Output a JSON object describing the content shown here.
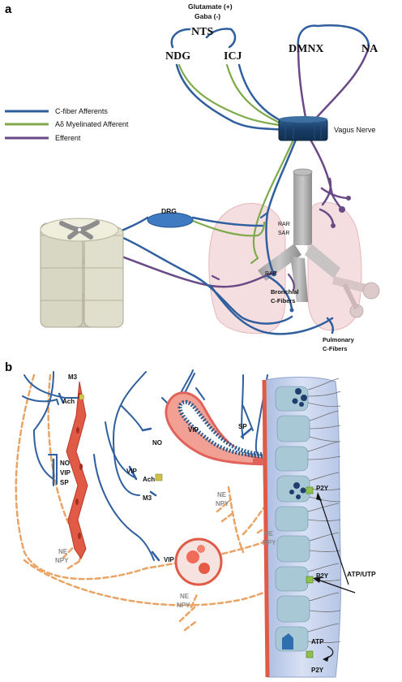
{
  "panel_a": {
    "letter": "a",
    "neurotransmitters": {
      "glutamate": "Glutamate (+)",
      "gaba": "Gaba (-)"
    },
    "nuclei": {
      "nts": "NTS",
      "ndg": "NDG",
      "icj": "ICJ",
      "dmnx": "DMNX",
      "na": "NA"
    },
    "legend": [
      {
        "label": "C-fiber Afferents",
        "color": "#2f5f9e"
      },
      {
        "label": "Aδ Myelinated Afferent",
        "color": "#7eaa4c"
      },
      {
        "label": "Efferent",
        "color": "#6a4a86"
      }
    ],
    "vagus_nerve": "Vagus Nerve",
    "drg": "DRG",
    "rar_upper": "RAR",
    "sar": "SAR",
    "rar_lower": "RAR",
    "bronchial_line1": "Bronchial",
    "bronchial_line2": "C-Fibers",
    "pulmonary_line1": "Pulmonary",
    "pulmonary_line2": "C-Fibers"
  },
  "panel_b": {
    "letter": "b",
    "m3_top": "M3",
    "ach_left": "Ach",
    "no_left": "NO",
    "vip_left": "VIP",
    "sp_left": "SP",
    "ne_left": "NE",
    "npy_left": "NPY",
    "no_mid": "NO",
    "vip_top": "VIP",
    "sp_right": "SP",
    "vip_mid": "VIP",
    "ach_gland": "Ach",
    "m3_gland": "M3",
    "ne_mid": "NE",
    "npy_mid": "NPY",
    "ne_right": "NE",
    "npy_right": "NPY",
    "vip_bottom": "VIP",
    "ne_bottom": "NE",
    "npy_bottom": "NPY",
    "p2y_1": "P2Y",
    "p2y_2": "P2Y",
    "p2y_3": "P2Y",
    "atp_utp": "ATP/UTP",
    "atp": "ATP"
  },
  "colors": {
    "c_fiber": "#2f5f9e",
    "a_delta": "#7eaa4c",
    "efferent": "#6a4a86",
    "sympathetic": "#e9a465",
    "smooth_muscle": "#e05a45",
    "epithelium": "#c9d4ec",
    "lung": "#f1d3d6"
  }
}
